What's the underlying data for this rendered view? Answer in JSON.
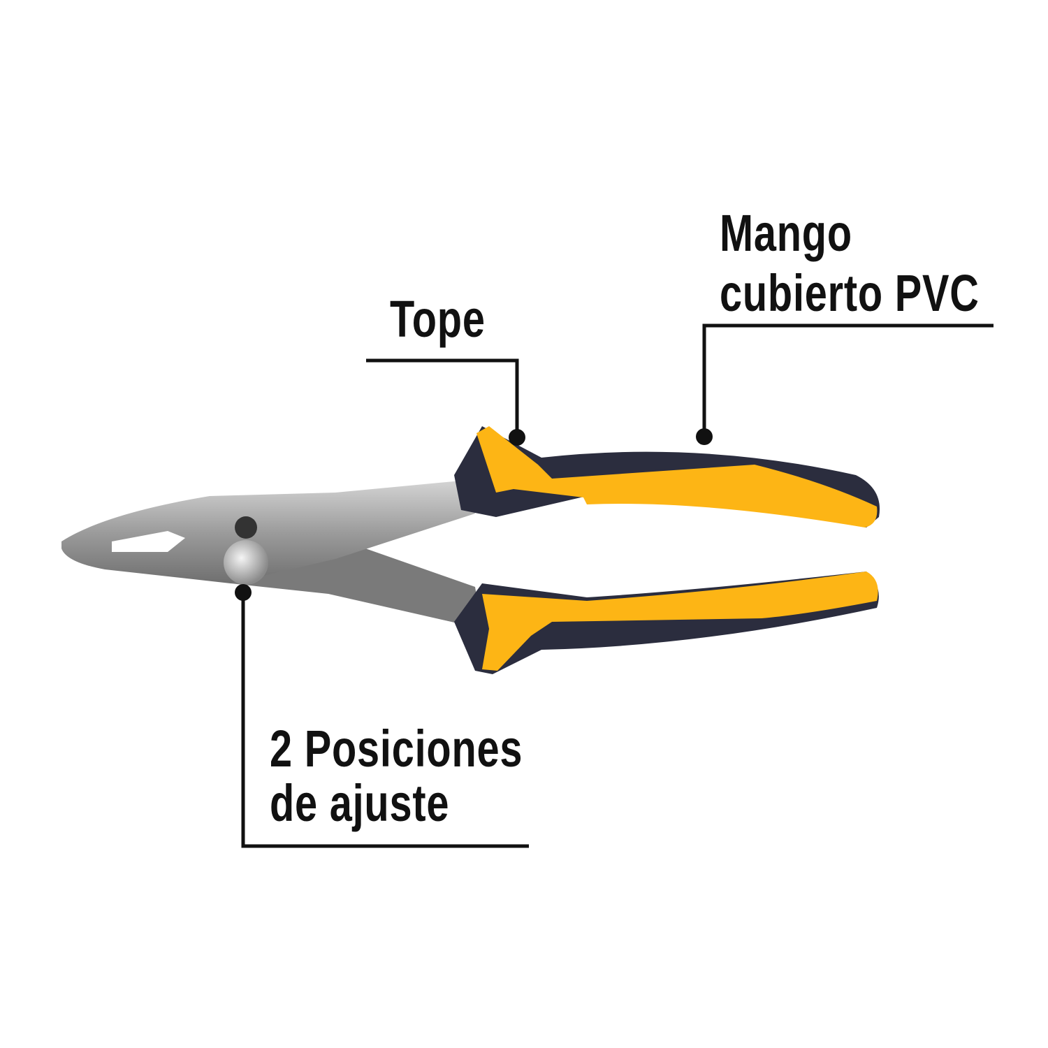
{
  "callouts": {
    "tope": "Tope",
    "mango_line1": "Mango",
    "mango_line2": "cubierto PVC",
    "posiciones_line1": "2 Posiciones",
    "posiciones_line2": "de ajuste"
  },
  "colors": {
    "handle_yellow": "#FDB515",
    "handle_dark": "#2B2D3E",
    "steel": "#A9A9A9",
    "line": "#111111"
  }
}
